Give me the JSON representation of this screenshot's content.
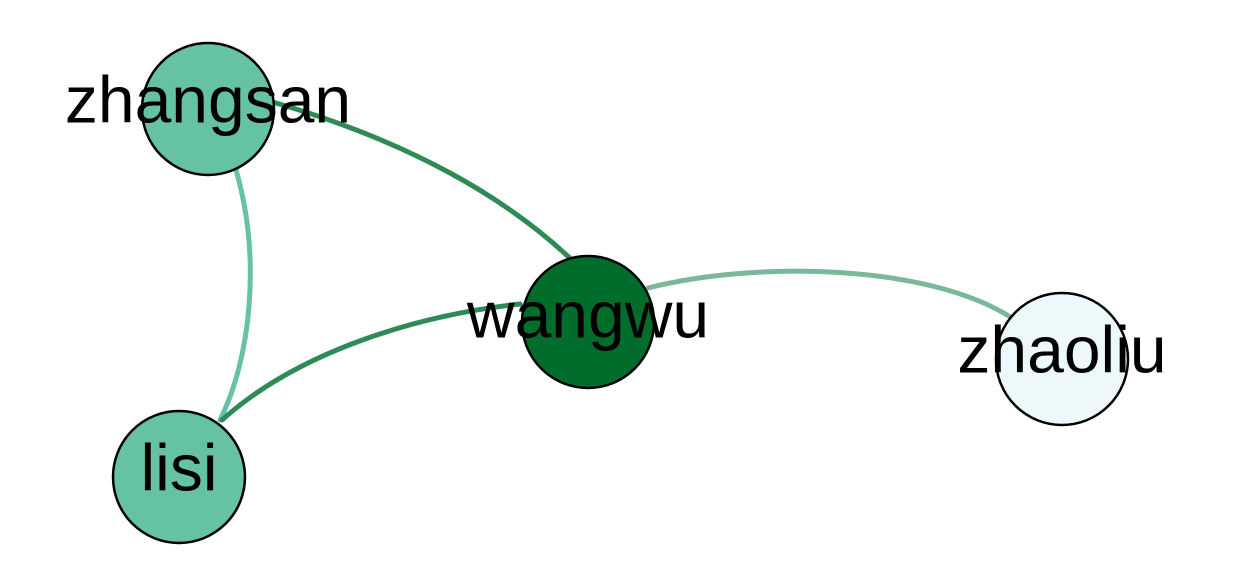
{
  "nodes": [
    {
      "id": "zhangsan",
      "label": "zhangsan",
      "fill": "#66c2a4"
    },
    {
      "id": "lisi",
      "label": "lisi",
      "fill": "#66c2a4"
    },
    {
      "id": "wangwu",
      "label": "wangwu",
      "fill": "#006d2c"
    },
    {
      "id": "zhaoliu",
      "label": "zhaoliu",
      "fill": "#edf8fb"
    }
  ],
  "edges": [
    {
      "source": "zhangsan",
      "target": "wangwu",
      "color": "#2e8b57"
    },
    {
      "source": "zhangsan",
      "target": "lisi",
      "color": "#66c2a4"
    },
    {
      "source": "lisi",
      "target": "wangwu",
      "color": "#2e8b57"
    },
    {
      "source": "wangwu",
      "target": "zhaoliu",
      "color": "#7ab89a"
    }
  ]
}
